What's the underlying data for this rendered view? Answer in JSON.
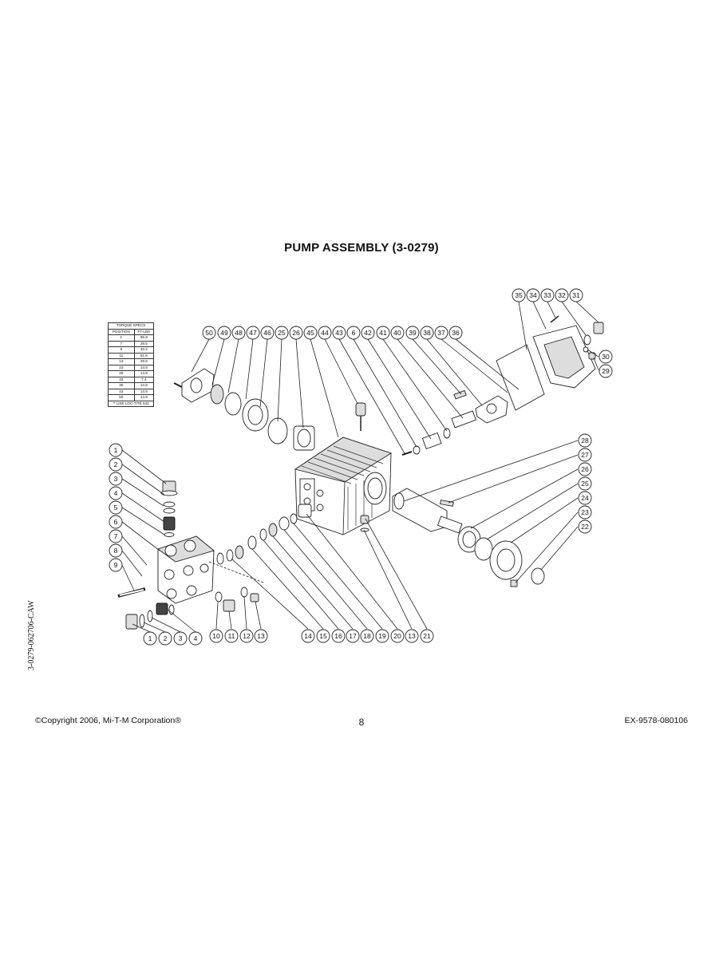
{
  "title": "PUMP ASSEMBLY (3-0279)",
  "side_code": "3-0279-062706-CAW",
  "footer": {
    "copyright": "©Copyright 2006, Mi-T-M Corporation®",
    "page": "8",
    "doc_code": "EX-9578-080106"
  },
  "torque_specs": {
    "title": "TORQUE SPECS",
    "headers": [
      "POSITION",
      "FT-LBS"
    ],
    "rows": [
      [
        "1",
        "95.9"
      ],
      [
        "7",
        "29.5"
      ],
      [
        "9",
        "33.2"
      ],
      [
        "11",
        "51.6"
      ],
      [
        "13",
        "29.5"
      ],
      [
        "23",
        "14.8"
      ],
      [
        "30",
        "14.8"
      ],
      [
        "33",
        "7.4"
      ],
      [
        "36",
        "14.8"
      ],
      [
        "43",
        "14.8"
      ],
      [
        "50",
        "14.8"
      ]
    ],
    "note": "** USE LOC-TITE 542"
  },
  "callouts": {
    "top_row": [
      "50",
      "49",
      "48",
      "47",
      "46",
      "25",
      "26",
      "45",
      "44",
      "43",
      "6",
      "42",
      "41",
      "40",
      "39",
      "38",
      "37",
      "36"
    ],
    "cover_row": [
      "35",
      "34",
      "33",
      "32",
      "31"
    ],
    "cover_side": [
      "30",
      "29"
    ],
    "left_column": [
      "1",
      "2",
      "3",
      "4",
      "5",
      "6",
      "7",
      "8",
      "9"
    ],
    "right_column": [
      "28",
      "27",
      "26",
      "25",
      "24",
      "23",
      "22"
    ],
    "bottom_left": [
      "1",
      "2",
      "3",
      "4"
    ],
    "bottom_mid": [
      "10",
      "11",
      "12",
      "13"
    ],
    "bottom_right": [
      "14",
      "15",
      "16",
      "17",
      "18",
      "19",
      "20",
      "13",
      "21"
    ]
  }
}
